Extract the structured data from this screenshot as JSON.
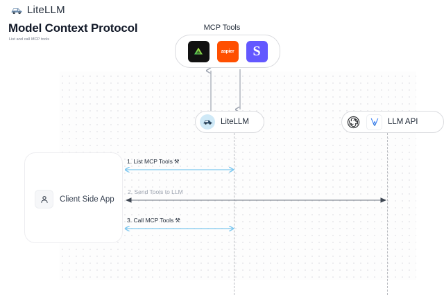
{
  "header": {
    "brand": "LiteLLM",
    "brand_icon": "litellm-truck-icon",
    "title": "Model Context Protocol",
    "subtitle": "List and call MCP tools"
  },
  "diagram": {
    "mcp_group": {
      "label": "MCP Tools",
      "tools": [
        {
          "name": "supabase",
          "icon": "supabase-triangle-icon",
          "text": "",
          "bg": "#111111"
        },
        {
          "name": "zapier",
          "icon": "zapier-wordmark-icon",
          "text": "zapier",
          "bg": "#ff4f00"
        },
        {
          "name": "stripe",
          "icon": "stripe-s-icon",
          "text": "S",
          "bg": "#6358ff"
        }
      ]
    },
    "nodes": [
      {
        "name": "litellm",
        "label": "LiteLLM",
        "icon": "litellm-avatar-icon"
      },
      {
        "name": "llm-api",
        "label": "LLM API",
        "icons": [
          "openai-icon",
          "vertex-ai-icon"
        ]
      }
    ],
    "client": {
      "label": "Client Side App",
      "icon": "person-icon"
    },
    "steps": [
      {
        "num": "1.",
        "label": "1. List MCP Tools",
        "glyph": "⚒",
        "color": "#7ec8f0",
        "direction": "bidirectional"
      },
      {
        "num": "2.",
        "label": "2. Send Tools to LLM",
        "glyph": "",
        "color": "#4b5563",
        "direction": "bidirectional"
      },
      {
        "num": "3.",
        "label": "3. Call MCP Tools",
        "glyph": "⚒",
        "color": "#7ec8f0",
        "direction": "bidirectional"
      }
    ],
    "vertical_connectors": [
      {
        "name": "tools-to-litellm-up",
        "direction": "up"
      },
      {
        "name": "litellm-to-tools-down",
        "direction": "down"
      }
    ]
  },
  "colors": {
    "accent_blue": "#7ec8f0",
    "arrow_dark": "#4b5563",
    "lifeline": "#b9bbc0",
    "border": "#d9dade"
  }
}
